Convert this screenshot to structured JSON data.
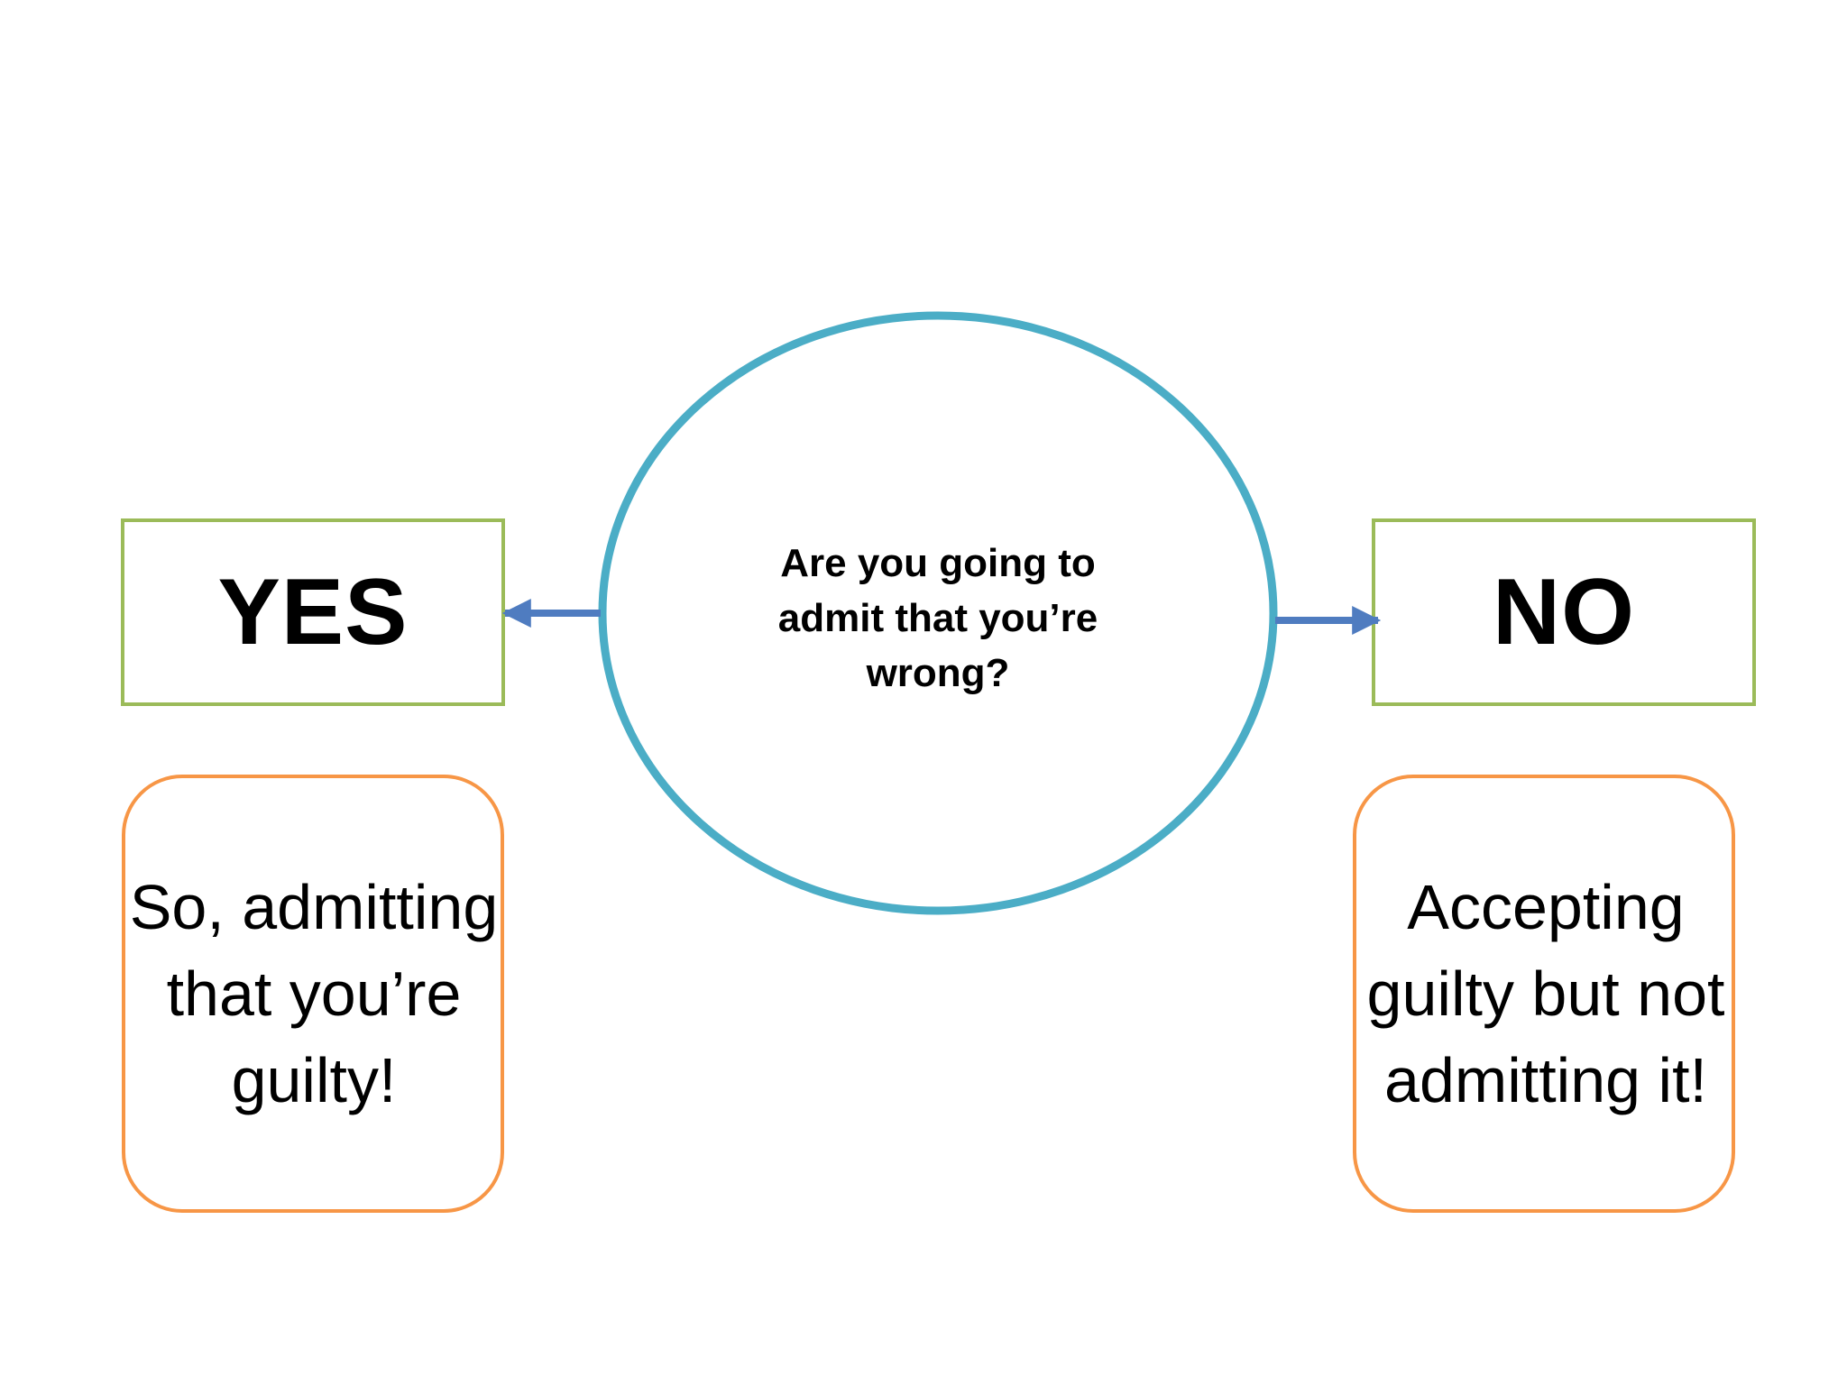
{
  "diagram": {
    "question": "Are you going to admit that you’re wrong?",
    "yes_label": "YES",
    "no_label": "NO",
    "yes_outcome": "So, admitting that you’re guilty!",
    "no_outcome": "Accepting guilty but not admitting it!"
  },
  "colors": {
    "circle_stroke": "#4badc6",
    "answer_box_stroke": "#9bbb59",
    "outcome_box_stroke": "#f79646",
    "arrow": "#4f7cc0"
  }
}
